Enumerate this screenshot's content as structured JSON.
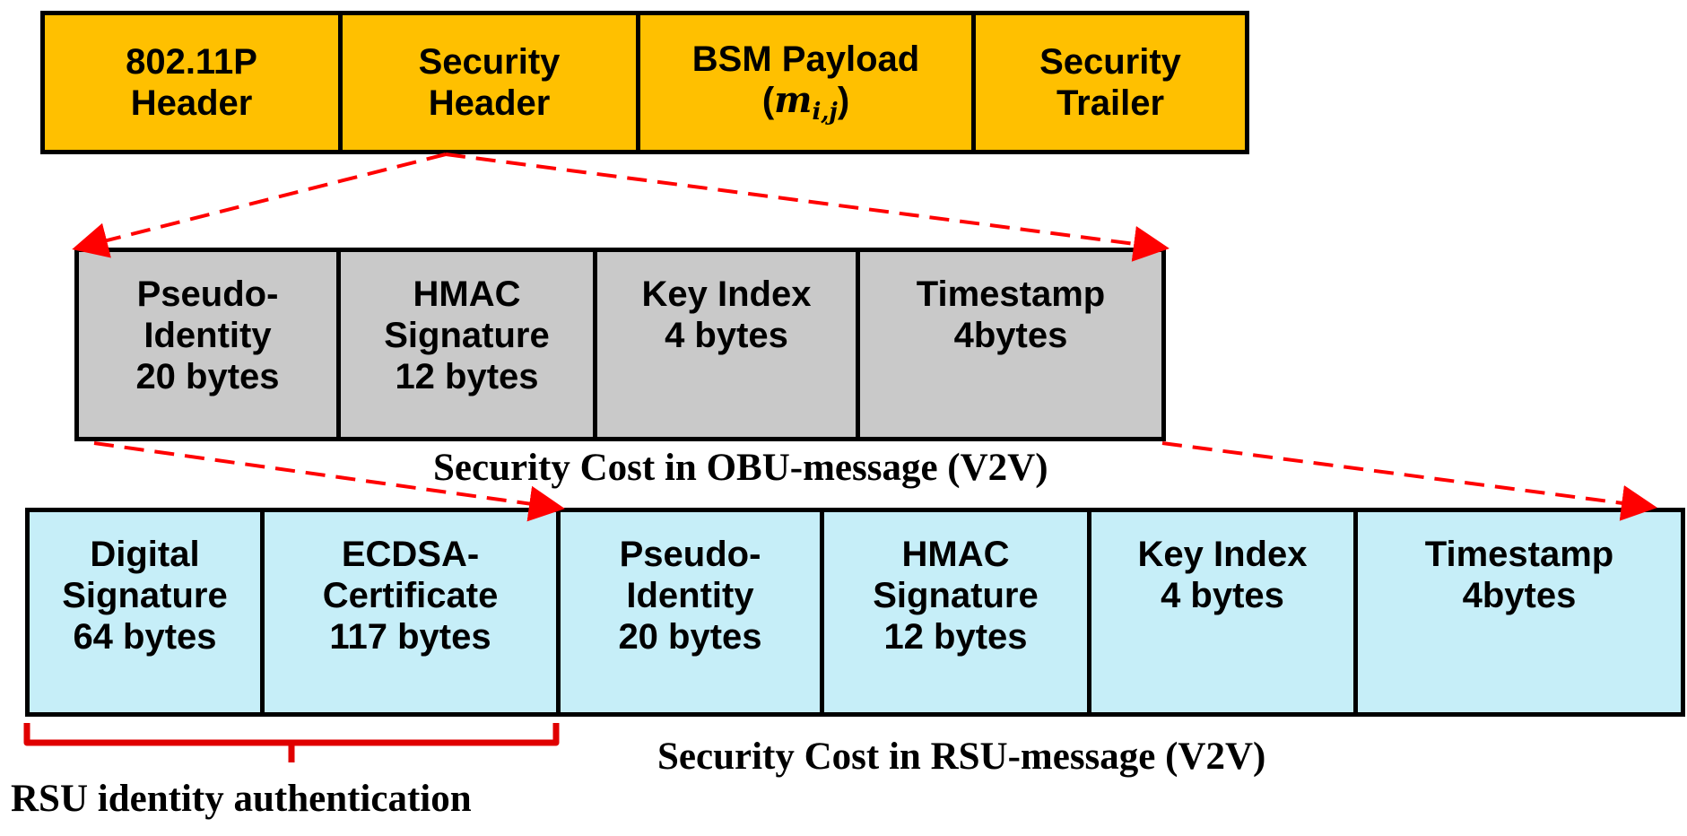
{
  "frame_fields": [
    {
      "line1": "802.11P",
      "line2": "Header"
    },
    {
      "line1": "Security",
      "line2": "Header"
    },
    {
      "line1": "BSM Payload",
      "line2_open": "(",
      "line2_var": "m",
      "line2_sub": "i,j",
      "line2_close": ")"
    },
    {
      "line1": "Security",
      "line2": "Trailer"
    }
  ],
  "obu_fields": [
    {
      "line1": "Pseudo-",
      "line2": "Identity",
      "line3": "20 bytes"
    },
    {
      "line1": "HMAC",
      "line2": "Signature",
      "line3": "12 bytes"
    },
    {
      "line1": "Key Index",
      "line2": "4 bytes",
      "line3": ""
    },
    {
      "line1": "Timestamp",
      "line2": "4bytes",
      "line3": ""
    }
  ],
  "rsu_fields": [
    {
      "line1": "Digital",
      "line2": "Signature",
      "line3": "64 bytes"
    },
    {
      "line1": "ECDSA-",
      "line2": "Certificate",
      "line3": "117 bytes"
    },
    {
      "line1": "Pseudo-",
      "line2": "Identity",
      "line3": "20 bytes"
    },
    {
      "line1": "HMAC",
      "line2": "Signature",
      "line3": "12 bytes"
    },
    {
      "line1": "Key Index",
      "line2": "4 bytes",
      "line3": ""
    },
    {
      "line1": "Timestamp",
      "line2": "4bytes",
      "line3": ""
    }
  ],
  "captions": {
    "obu": "Security Cost in OBU-message (V2V)",
    "rsu": "Security Cost in RSU-message (V2V)",
    "rsu_auth": "RSU identity authentication"
  },
  "colors": {
    "frame_fill": "#ffc000",
    "obu_fill": "#c9c9c9",
    "rsu_fill": "#c6eef8",
    "arrow": "#ff0000",
    "bracket": "#e00000"
  }
}
